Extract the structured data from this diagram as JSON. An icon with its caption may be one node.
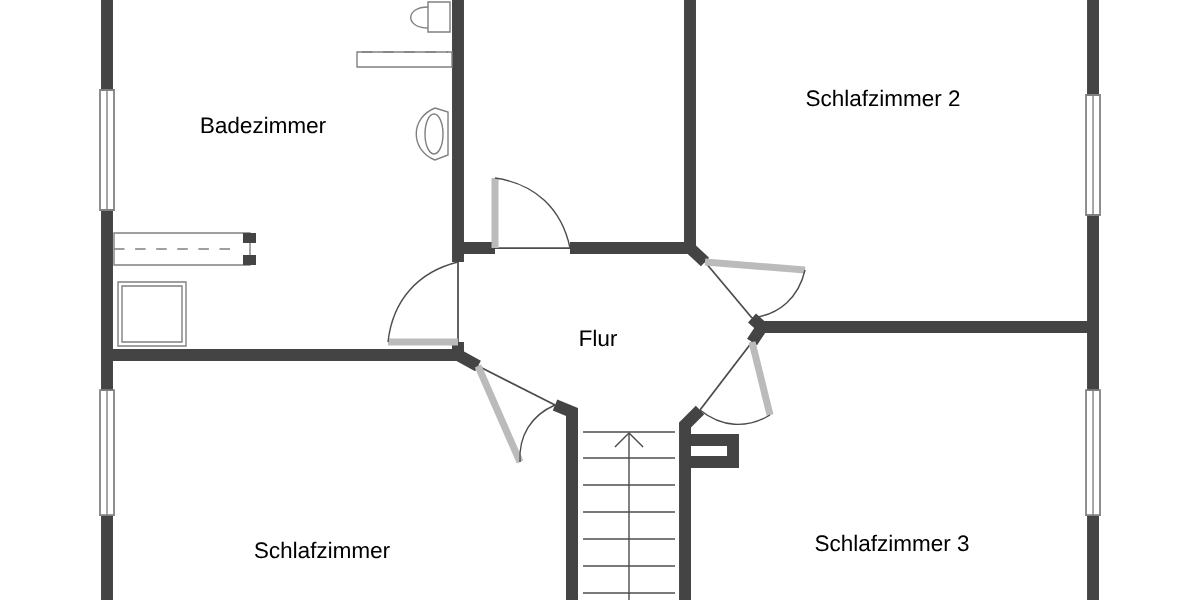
{
  "diagram": {
    "labels": [
      "Badezimmer",
      "Schlafzimmer 2",
      "Flur",
      "Schlafzimmer",
      "Schlafzimmer 3"
    ]
  }
}
